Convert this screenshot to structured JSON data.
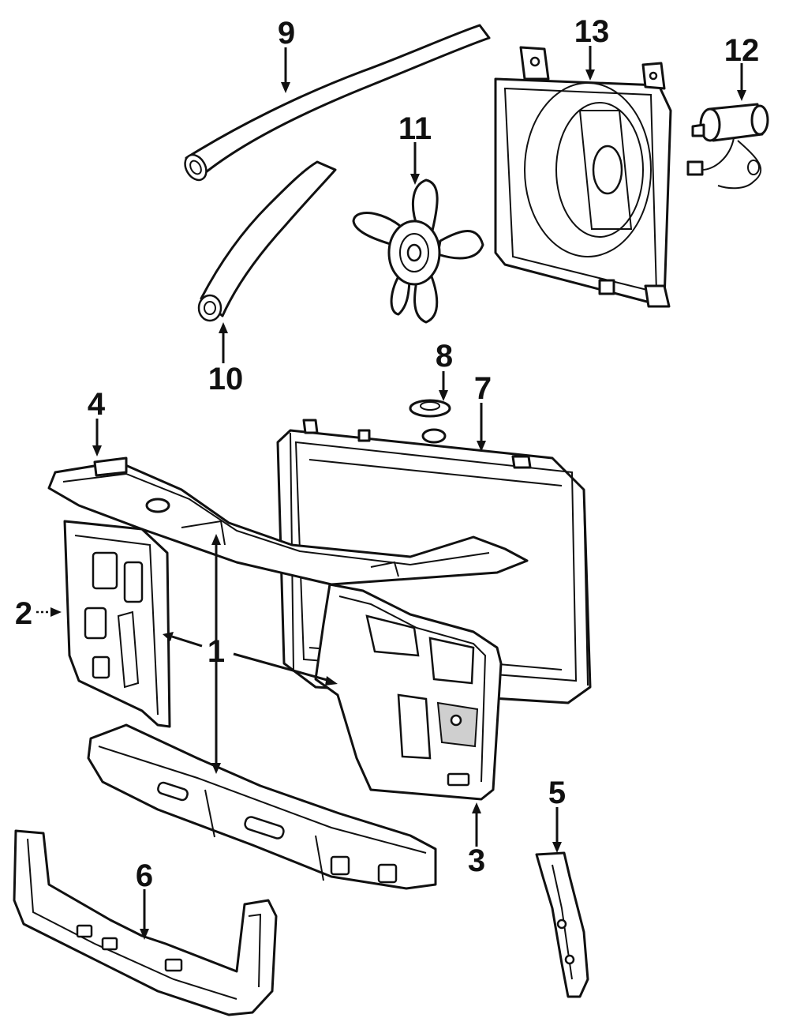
{
  "callouts": [
    {
      "id": "1",
      "text": "1"
    },
    {
      "id": "2",
      "text": "2"
    },
    {
      "id": "3",
      "text": "3"
    },
    {
      "id": "4",
      "text": "4"
    },
    {
      "id": "5",
      "text": "5"
    },
    {
      "id": "6",
      "text": "6"
    },
    {
      "id": "7",
      "text": "7"
    },
    {
      "id": "8",
      "text": "8"
    },
    {
      "id": "9",
      "text": "9"
    },
    {
      "id": "10",
      "text": "10"
    },
    {
      "id": "11",
      "text": "11"
    },
    {
      "id": "12",
      "text": "12"
    },
    {
      "id": "13",
      "text": "13"
    }
  ],
  "parts": [
    {
      "callout": "1",
      "name": "radiator-support"
    },
    {
      "callout": "2",
      "name": "side-panel-left"
    },
    {
      "callout": "3",
      "name": "side-panel-right"
    },
    {
      "callout": "4",
      "name": "upper-tie-bar"
    },
    {
      "callout": "5",
      "name": "side-bracket"
    },
    {
      "callout": "6",
      "name": "lower-support"
    },
    {
      "callout": "7",
      "name": "radiator"
    },
    {
      "callout": "8",
      "name": "radiator-cap"
    },
    {
      "callout": "9",
      "name": "upper-hose"
    },
    {
      "callout": "10",
      "name": "lower-hose"
    },
    {
      "callout": "11",
      "name": "fan-blade"
    },
    {
      "callout": "12",
      "name": "fan-motor"
    },
    {
      "callout": "13",
      "name": "fan-shroud"
    }
  ]
}
